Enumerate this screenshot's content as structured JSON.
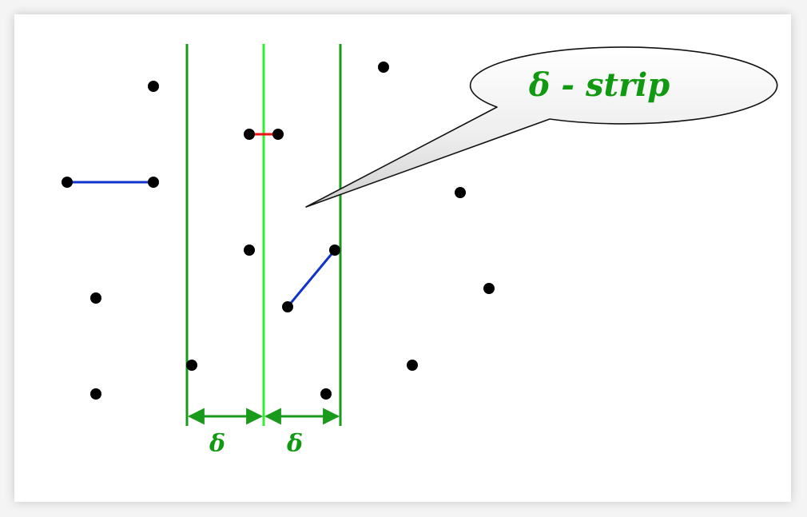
{
  "colors": {
    "strip_border": "#1a9a1a",
    "median_line": "#33ee33",
    "pair_blue": "#1133cc",
    "pair_red": "#ee1111",
    "point": "#000000",
    "label_green": "#119911"
  },
  "callout": {
    "symbol": "δ",
    "suffix": " - strip"
  },
  "width_labels": {
    "left": "δ",
    "right": "δ"
  }
}
